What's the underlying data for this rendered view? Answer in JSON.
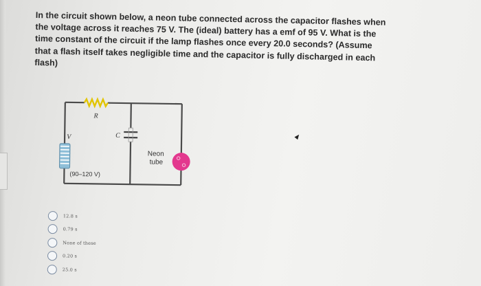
{
  "question": {
    "lines": [
      "In the circuit shown below, a neon tube connected across the capacitor flashes when",
      "the voltage across it reaches 75 V. The (ideal) battery has a emf of 95 V. What is the",
      "time constant of the circuit if the lamp flashes once every 20.0 seconds? (Assume",
      "that a flash itself takes negligible time and the capacitor is fully discharged in each",
      "flash)"
    ]
  },
  "circuit": {
    "resistor_label": "R",
    "capacitor_label": "C",
    "battery_label": "V",
    "neon_label_line1": "Neon",
    "neon_label_line2": "tube",
    "voltage_range": "(90–120 V)",
    "resistor_color": "#e2c400",
    "neon_color": "#e3388e",
    "battery_color": "#8fbfd8"
  },
  "options": [
    {
      "label": "12.8 s"
    },
    {
      "label": "0.79 s"
    },
    {
      "label": "None of these"
    },
    {
      "label": "0.20 s"
    },
    {
      "label": "25.0 s"
    }
  ]
}
